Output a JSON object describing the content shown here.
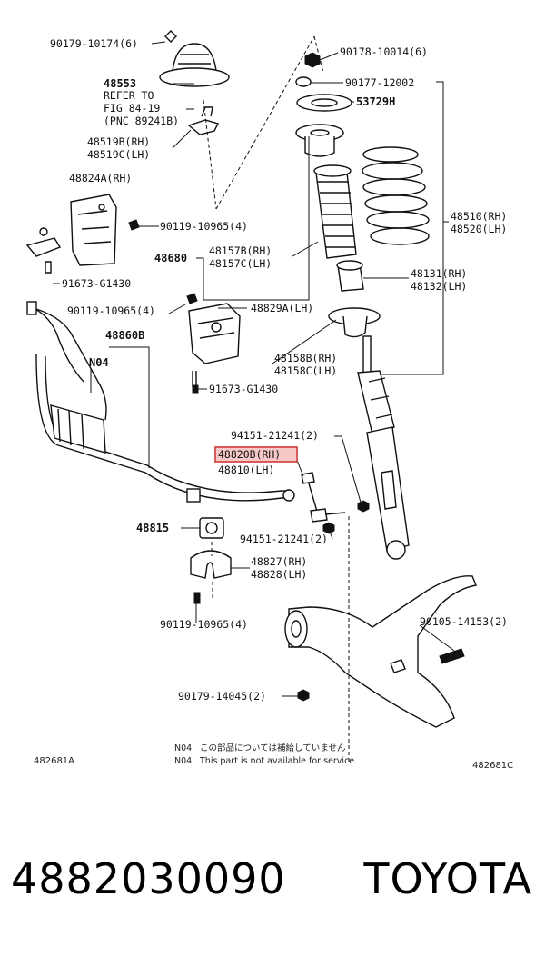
{
  "diagram": {
    "labels": {
      "p90179_10174": "90179-10174(6)",
      "p48553": "48553",
      "refer1": "REFER TO",
      "refer2": "FIG 84-19",
      "refer3": "(PNC 89241B)",
      "p48519b": "48519B(RH)",
      "p48519c": "48519C(LH)",
      "p48824a": "48824A(RH)",
      "p90119_10965_a": "90119-10965(4)",
      "p91673_a": "91673-G1430",
      "p90178_10014": "90178-10014(6)",
      "p90177_12002": "90177-12002",
      "p53729h": "53729H",
      "p48510": "48510(RH)",
      "p48520": "48520(LH)",
      "p48680": "48680",
      "p48157b": "48157B(RH)",
      "p48157c": "48157C(LH)",
      "p48131": "48131(RH)",
      "p48132": "48132(LH)",
      "p90119_10965_b": "90119-10965(4)",
      "p48829a": "48829A(LH)",
      "p48860b": "48860B",
      "n04": "N04",
      "p48158b": "48158B(RH)",
      "p48158c": "48158C(LH)",
      "p91673_b": "91673-G1430",
      "p94151_a": "94151-21241(2)",
      "p48820b": "48820B(RH)",
      "p48810": "48810(LH)",
      "p48815": "48815",
      "p94151_b": "94151-21241(2)",
      "p48827": "48827(RH)",
      "p48828": "48828(LH)",
      "p90119_10965_c": "90119-10965(4)",
      "p90105_14153": "90105-14153(2)",
      "p90179_14045": "90179-14045(2)"
    },
    "notes": {
      "jp_code": "N04",
      "jp_text": "この部品については補給していません",
      "en_code": "N04",
      "en_text": "This part is not available for service"
    },
    "refs": {
      "left": "482681A",
      "right": "482681C"
    },
    "highlight_color": "#d23a3a"
  },
  "footer": {
    "part_number": "4882030090",
    "brand": "TOYOTA"
  }
}
